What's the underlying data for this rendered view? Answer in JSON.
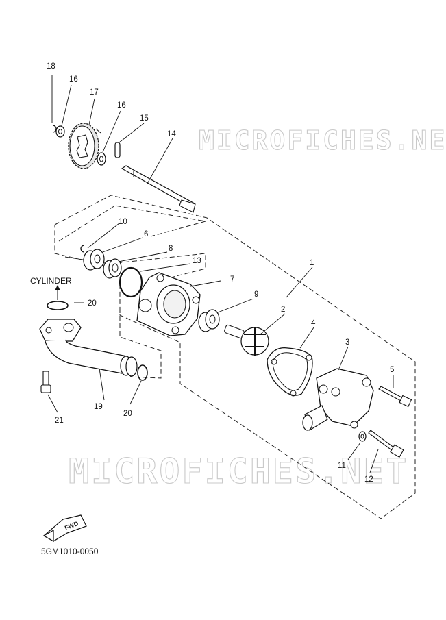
{
  "callouts": {
    "c18": "18",
    "c16a": "16",
    "c17": "17",
    "c16b": "16",
    "c15": "15",
    "c14": "14",
    "c10": "10",
    "c6": "6",
    "c8": "8",
    "c13": "13",
    "c1": "1",
    "c7": "7",
    "c9": "9",
    "c2": "2",
    "c4": "4",
    "c3": "3",
    "c5": "5",
    "c20a": "20",
    "c20b": "20",
    "c19": "19",
    "c21": "21",
    "c11": "11",
    "c12": "12"
  },
  "cylinder_label": "CYLINDER",
  "fwd_label": "FWD",
  "diagram_code": "5GM1010-0050",
  "watermark_text": "MICROFICHES.NET"
}
